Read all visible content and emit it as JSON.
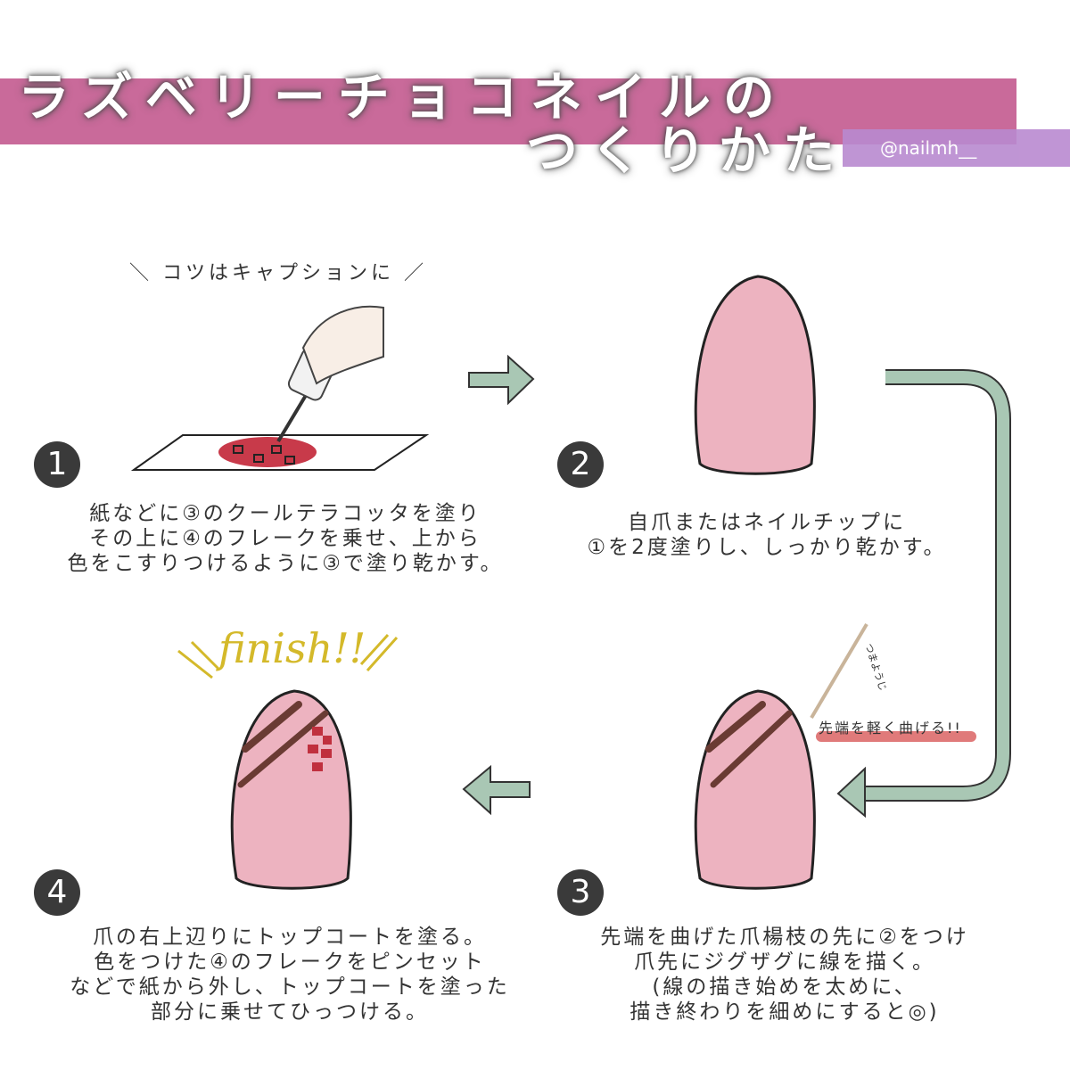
{
  "header": {
    "title_line1": "ラズベリーチョコネイルの",
    "title_line2": "つくりかた",
    "handle": "@nailmh__"
  },
  "tip_note": "＼ コツはキャプションに ／",
  "steps": [
    {
      "number": "1",
      "caption": "紙などに③のクールテラコッタを塗り\nその上に④のフレークを乗せ、上から\n色をこすりつけるように③で塗り乾かす。"
    },
    {
      "number": "2",
      "caption": "自爪またはネイルチップに\n①を2度塗りし、しっかり乾かす。"
    },
    {
      "number": "3",
      "caption": "先端を曲げた爪楊枝の先に②をつけ\n爪先にジグザグに線を描く。\n(線の描き始めを太めに、\n描き終わりを細めにすると◎)"
    },
    {
      "number": "4",
      "caption": "爪の右上辺りにトップコートを塗る。\n色をつけた④のフレークをピンセット\nなどで紙から外し、トップコートを塗った\n部分に乗せてひっつける。"
    }
  ],
  "annotations": {
    "finish": "finish!!",
    "bend_tip": "先端を軽く曲げる!!",
    "toothpick": "つまようじ"
  },
  "colors": {
    "band": "#c96a9a",
    "handle_box": "#b98ad0",
    "nail": "#edb3c0",
    "arrow": "#a9c7b4",
    "chocolate": "#6a3b33",
    "flake": "#c0303e"
  }
}
